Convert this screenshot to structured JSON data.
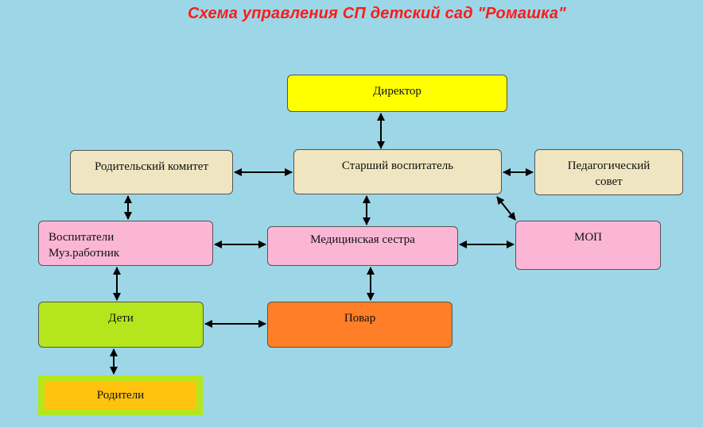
{
  "title": "Схема управления  СП детский сад \"Ромашка\"",
  "boxes": {
    "director": "Директор",
    "senior_teacher": "Старший воспитатель",
    "parent_committee": "Родительский комитет",
    "pedagogical_council": [
      "Педагогический",
      "совет"
    ],
    "teachers": [
      "Воспитатели",
      "Муз.работник"
    ],
    "nurse": "Медицинская сестра",
    "mop": "МОП",
    "children": "Дети",
    "cook": "Повар",
    "parents": "Родители"
  },
  "colors": {
    "background": "#9dd6e6",
    "title": "#ff1a1a",
    "director": "#ffff00",
    "beige": "#efe5c0",
    "pink": "#fbb6d6",
    "green": "#b5e61d",
    "orange": "#fe7f27",
    "gold": "#ffc20e"
  }
}
